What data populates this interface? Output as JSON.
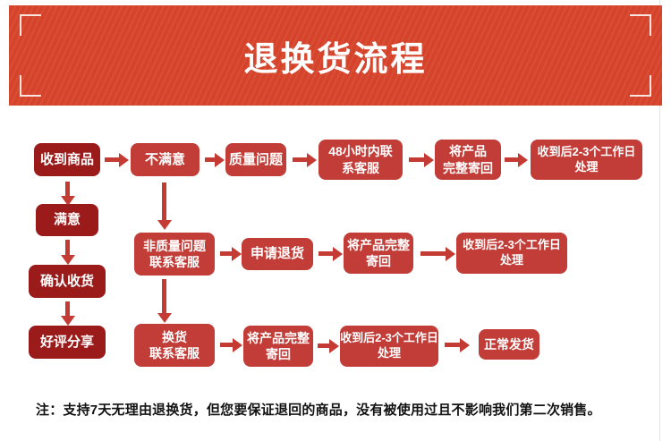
{
  "banner": {
    "title": "退换货流程",
    "bg_color": "#d6432b"
  },
  "colors": {
    "dark_box": "#9b1b1b",
    "box": "#c23d38",
    "arrow": "#c33b33",
    "box_text": "#ffffff"
  },
  "flow": {
    "start": {
      "label": "收到商品"
    },
    "left_column": [
      {
        "label": "满意"
      },
      {
        "label": "确认收货"
      },
      {
        "label": "好评分享"
      }
    ],
    "row1": [
      {
        "l1": "不满意"
      },
      {
        "l1": "质量问题"
      },
      {
        "l1": "48小时内联",
        "l2": "系客服"
      },
      {
        "l1": "将产品",
        "l2": "完整寄回"
      },
      {
        "l1": "收到后2-3个工作日",
        "l2": "处理"
      }
    ],
    "row2": [
      {
        "l1": "非质量问题",
        "l2": "联系客服"
      },
      {
        "l1": "申请退货"
      },
      {
        "l1": "将产品完整",
        "l2": "寄回"
      },
      {
        "l1": "收到后2-3个工作日",
        "l2": "处理"
      }
    ],
    "row3": [
      {
        "l1": "换货",
        "l2": "联系客服"
      },
      {
        "l1": "将产品完整",
        "l2": "寄回"
      },
      {
        "l1": "收到后2-3个工作日",
        "l2": "处理"
      },
      {
        "l1": "正常发货"
      }
    ]
  },
  "note": {
    "text": "注：支持7天无理由退换货，但您要保证退回的商品，没有被使用过且不影响我们第二次销售。"
  }
}
